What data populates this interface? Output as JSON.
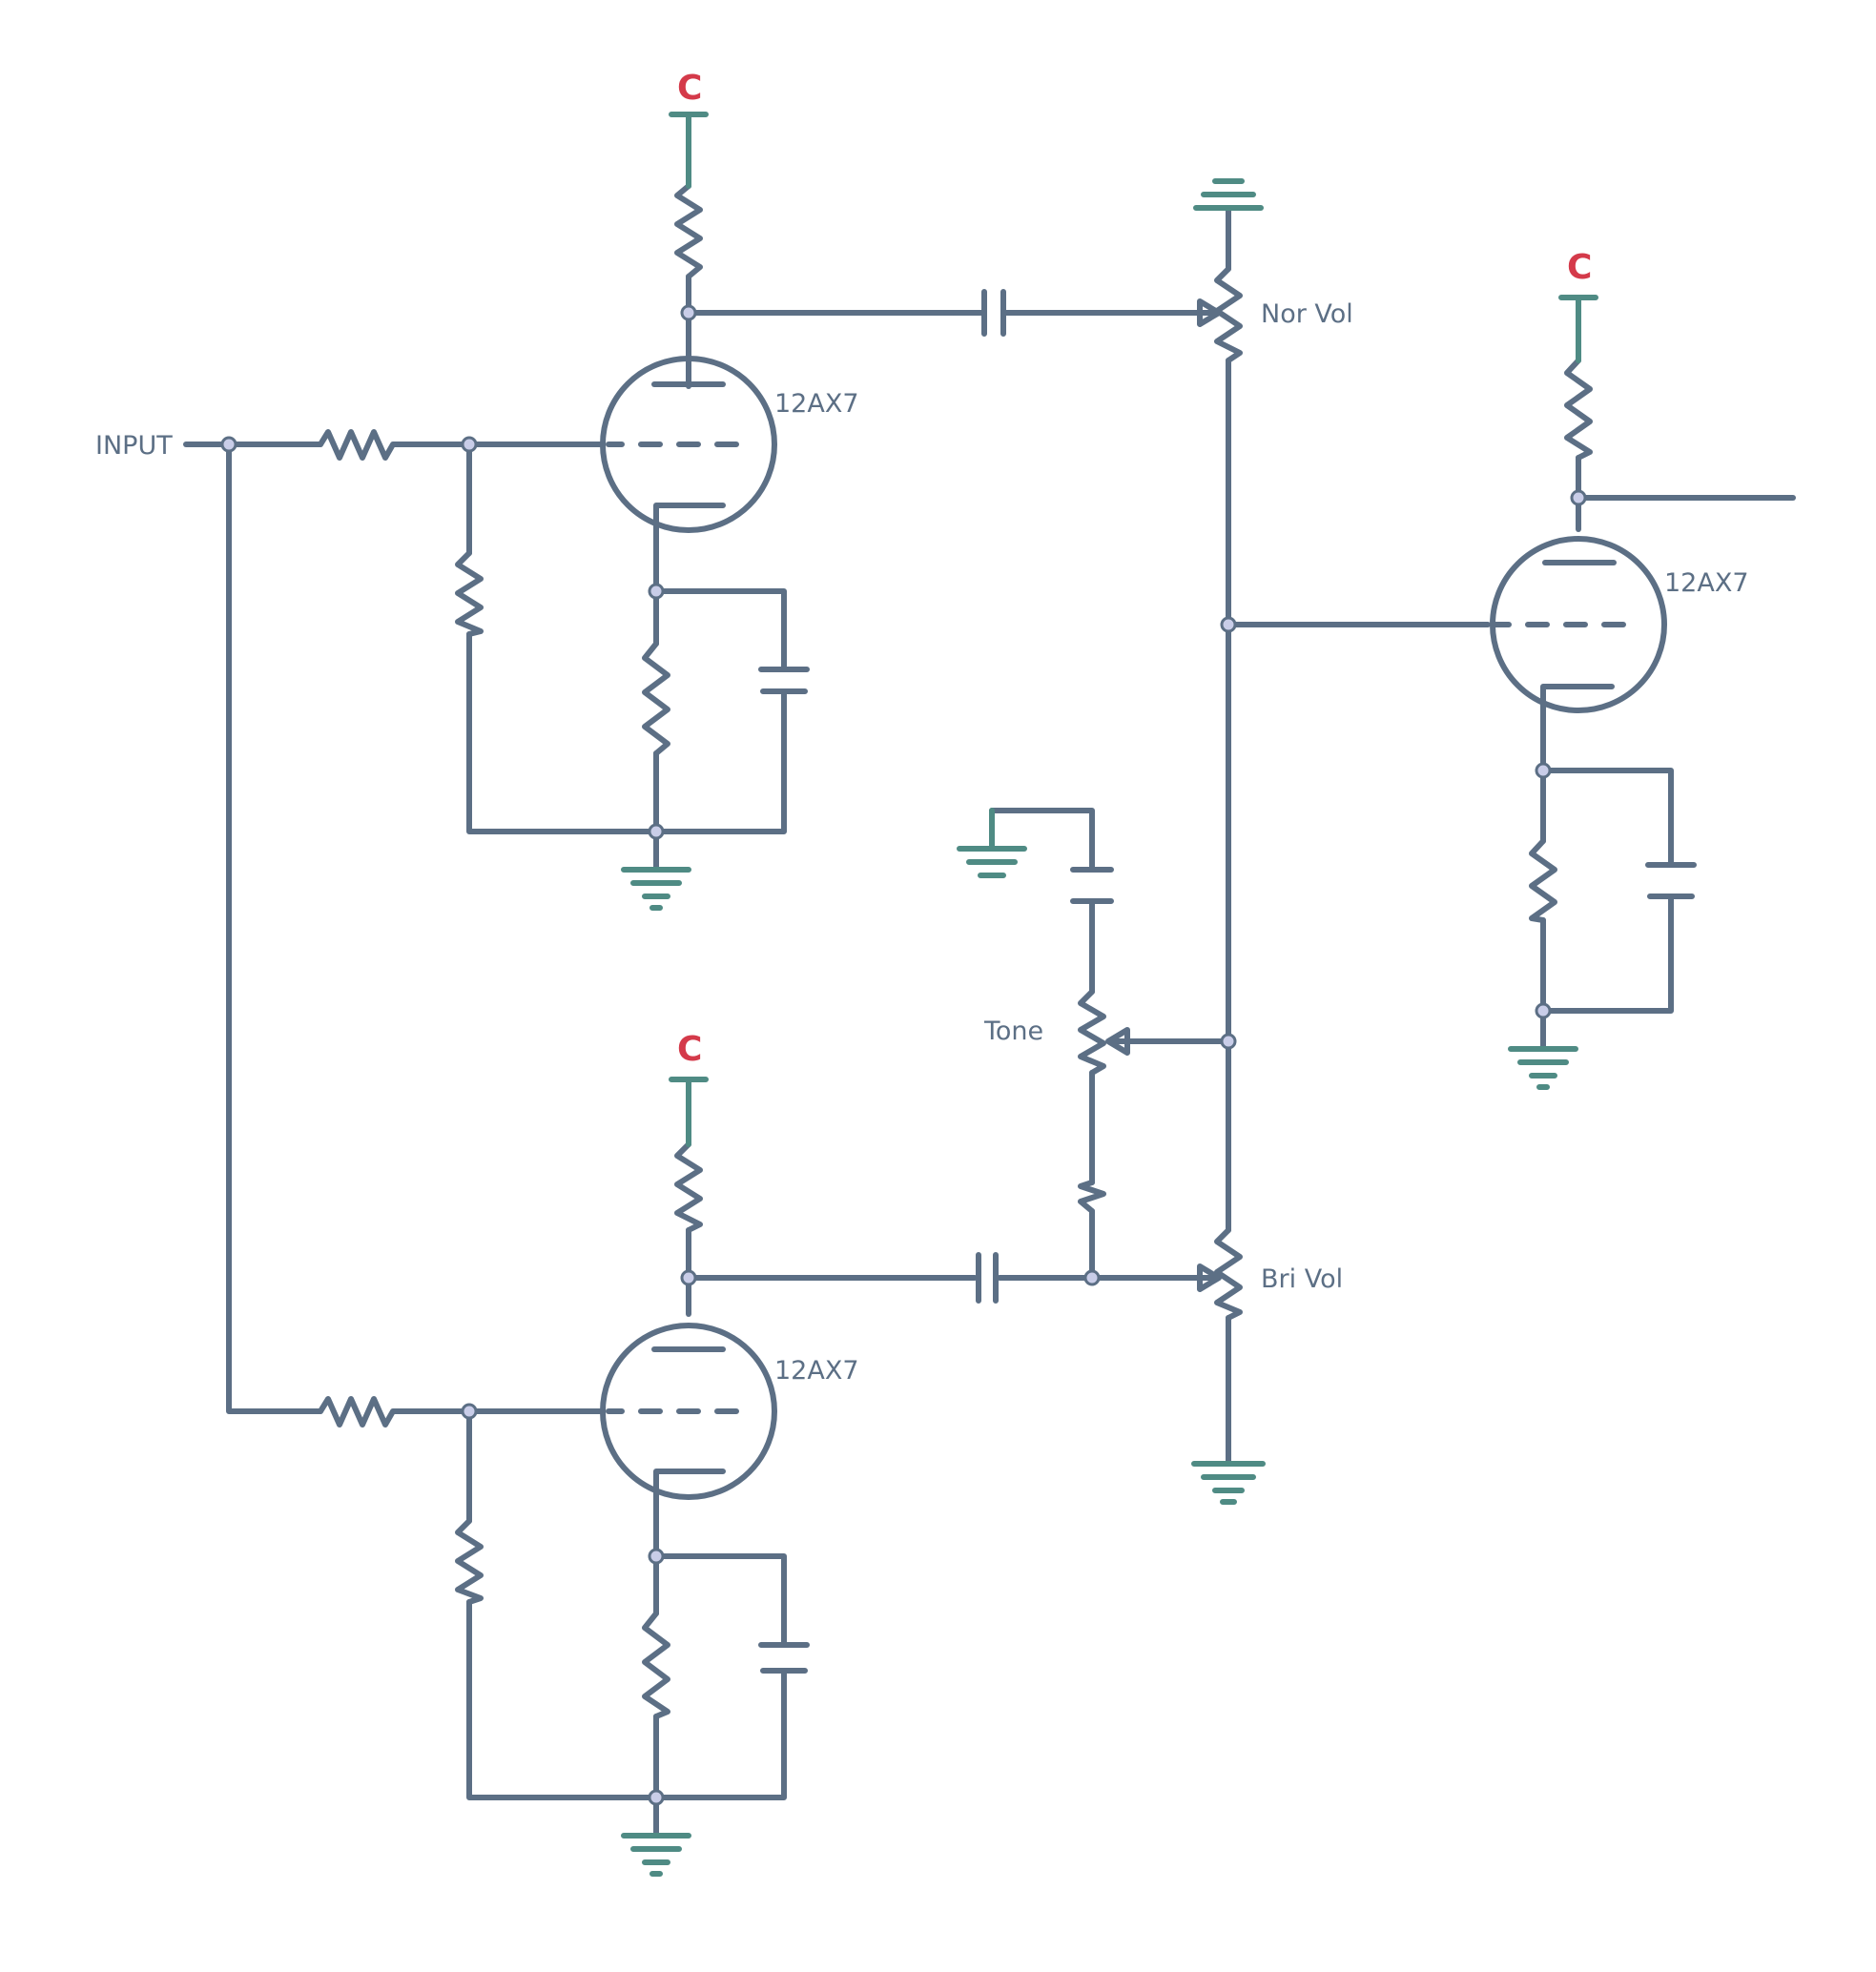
{
  "labels": {
    "input": "INPUT",
    "tube_v1a": "12AX7",
    "tube_v1b": "12AX7",
    "tube_v2": "12AX7",
    "nor_vol": "Nor Vol",
    "bri_vol": "Bri Vol",
    "tone": "Tone",
    "supply_v1a": "C",
    "supply_v1b": "C",
    "supply_v2": "C"
  },
  "colors": {
    "wire": "#5c6f85",
    "ground": "#4f8b84",
    "supply_label": "#d43a4a",
    "node_fill": "#c9cde8"
  },
  "symbols": {
    "tubes": [
      "triode",
      "triode",
      "triode"
    ],
    "resistors": [
      "resistor",
      "resistor",
      "resistor",
      "resistor",
      "resistor",
      "resistor",
      "resistor",
      "resistor",
      "resistor",
      "resistor",
      "resistor"
    ],
    "capacitors": [
      "capacitor",
      "capacitor",
      "capacitor",
      "capacitor",
      "capacitor",
      "capacitor"
    ],
    "potentiometers": [
      "potentiometer",
      "potentiometer",
      "potentiometer"
    ],
    "grounds": [
      "ground",
      "ground",
      "ground",
      "ground",
      "ground",
      "ground",
      "ground"
    ]
  }
}
